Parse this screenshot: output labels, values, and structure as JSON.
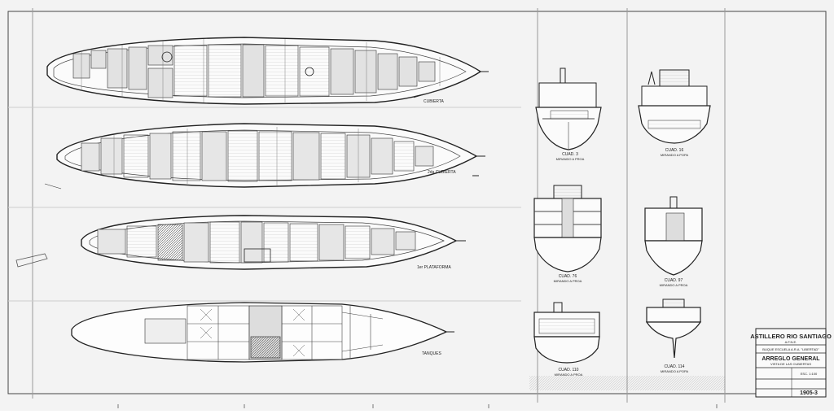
{
  "drawing": {
    "deck_labels": {
      "main_deck": "CUBIERTA",
      "second_deck": "2da CUBIERTA",
      "first_platform": "1er PLATAFORMA",
      "hold": "TANQUES"
    },
    "section_labels": [
      {
        "title": "CUAD. 3",
        "sub": "MIRANDO A PROA"
      },
      {
        "title": "CUAD. 16",
        "sub": "MIRANDO A POPA"
      },
      {
        "title": "CUAD. 76",
        "sub": "MIRANDO A PROA"
      },
      {
        "title": "CUAD. 97",
        "sub": "MIRANDO A PROA"
      },
      {
        "title": "CUAD. 110",
        "sub": "MIRANDO A PROA"
      },
      {
        "title": "CUAD. 114",
        "sub": "MIRANDO A POPA"
      }
    ],
    "title_block": {
      "shipyard": "ASTILLERO RIO SANTIAGO",
      "org": "A.F.N.E.",
      "vessel": "BUQUE ESCUELA A.R.A. \"LIBERTAD\"",
      "title": "ARREGLO GENERAL",
      "subtitle": "VISTA DE LAS CUBIERTAS",
      "scale": "ESC. 1:100",
      "number": "1905-3"
    }
  }
}
